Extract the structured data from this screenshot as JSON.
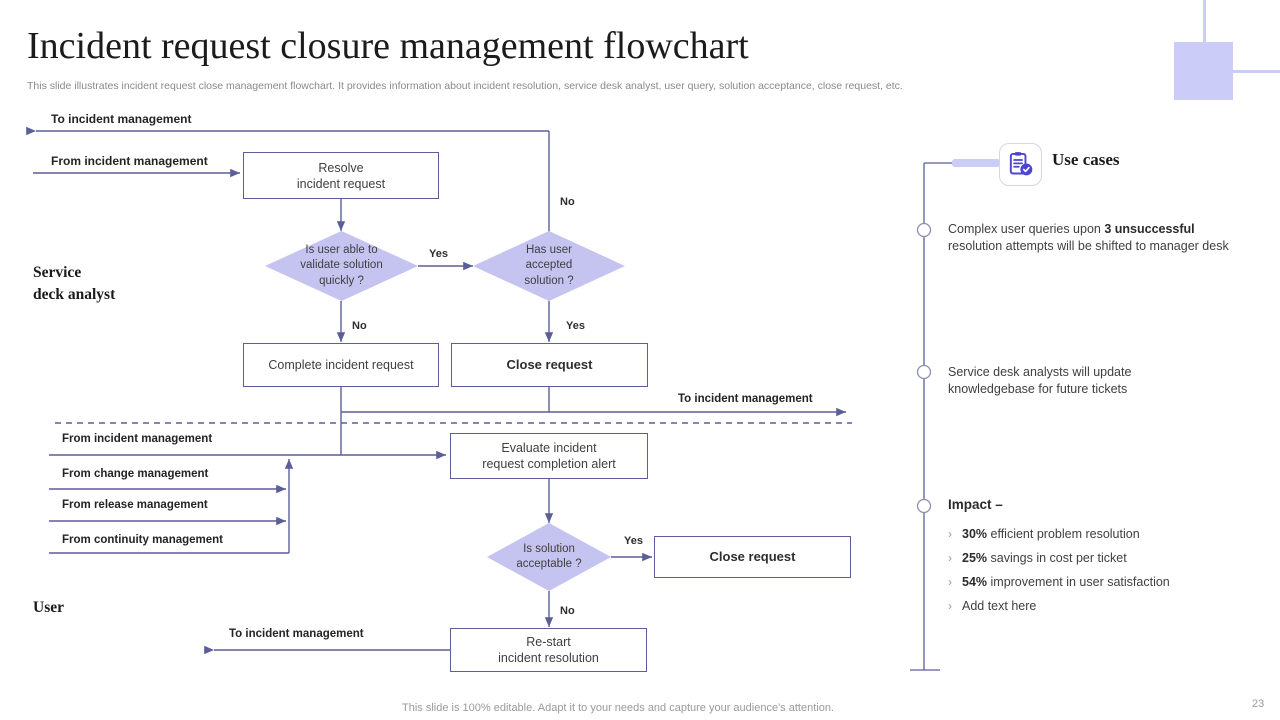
{
  "header": {
    "title": "Incident request closure management flowchart",
    "subtitle": "This slide illustrates incident request close management flowchart. It provides information about incident resolution, service desk analyst, user query, solution acceptance, close request, etc."
  },
  "footer": {
    "note": "This slide is 100% editable. Adapt it to your needs and capture your audience's attention.",
    "page_number": "23"
  },
  "colors": {
    "accent_lavender": "#CCCCF8",
    "diamond_fill": "#C5C3EF",
    "line": "#5B5F97",
    "icon": "#4B44D4",
    "title": "#1B1B1B"
  },
  "flowchart": {
    "lanes": [
      {
        "label_line1": "Service",
        "label_line2": "deck analyst"
      },
      {
        "label_line1": "User",
        "label_line2": ""
      }
    ],
    "nodes": {
      "resolve": {
        "line1": "Resolve",
        "line2": "incident request"
      },
      "validate_decision": {
        "line1": "Is user able to",
        "line2": "validate  solution",
        "line3": "quickly ?"
      },
      "accepted_decision": {
        "line1": "Has user",
        "line2": "accepted",
        "line3": "solution ?"
      },
      "complete": {
        "line1": "Complete  incident  request"
      },
      "close_top": {
        "line1": "Close request"
      },
      "evaluate": {
        "line1": "Evaluate  incident",
        "line2": "request  completion alert"
      },
      "acceptable_decision": {
        "line1": "Is solution",
        "line2": "acceptable ?"
      },
      "close_bottom": {
        "line1": "Close request"
      },
      "restart": {
        "line1": "Re-start",
        "line2": "incident resolution"
      }
    },
    "edge_labels": {
      "validate_yes": "Yes",
      "validate_no": "No",
      "accepted_no": "No",
      "accepted_yes": "Yes",
      "acceptable_yes": "Yes",
      "acceptable_no": "No"
    },
    "io_labels": {
      "to_top": "To incident management",
      "from_top": "From incident management",
      "to_mid": "To incident management",
      "from_incident": "From incident  management",
      "from_change": "From change management",
      "from_release": "From release management",
      "from_continuity": "From continuity  management",
      "to_bottom": "To incident management"
    }
  },
  "sidebar": {
    "icon_name": "clipboard-check-icon",
    "title": "Use cases",
    "items": [
      {
        "prefix": "Complex user queries upon ",
        "bold": "3 unsuccessful",
        "suffix": " resolution  attempts will be shifted to manager desk"
      },
      {
        "prefix": "Service desk analysts will update knowledgebase for future tickets",
        "bold": "",
        "suffix": ""
      }
    ],
    "impact": {
      "title": "Impact –",
      "bullets": [
        {
          "bold": "30%",
          "text": " efficient problem resolution"
        },
        {
          "bold": "25%",
          "text": " savings in cost per ticket"
        },
        {
          "bold": "54%",
          "text": " improvement in  user satisfaction"
        },
        {
          "bold": "",
          "text": "Add text here"
        }
      ]
    }
  }
}
